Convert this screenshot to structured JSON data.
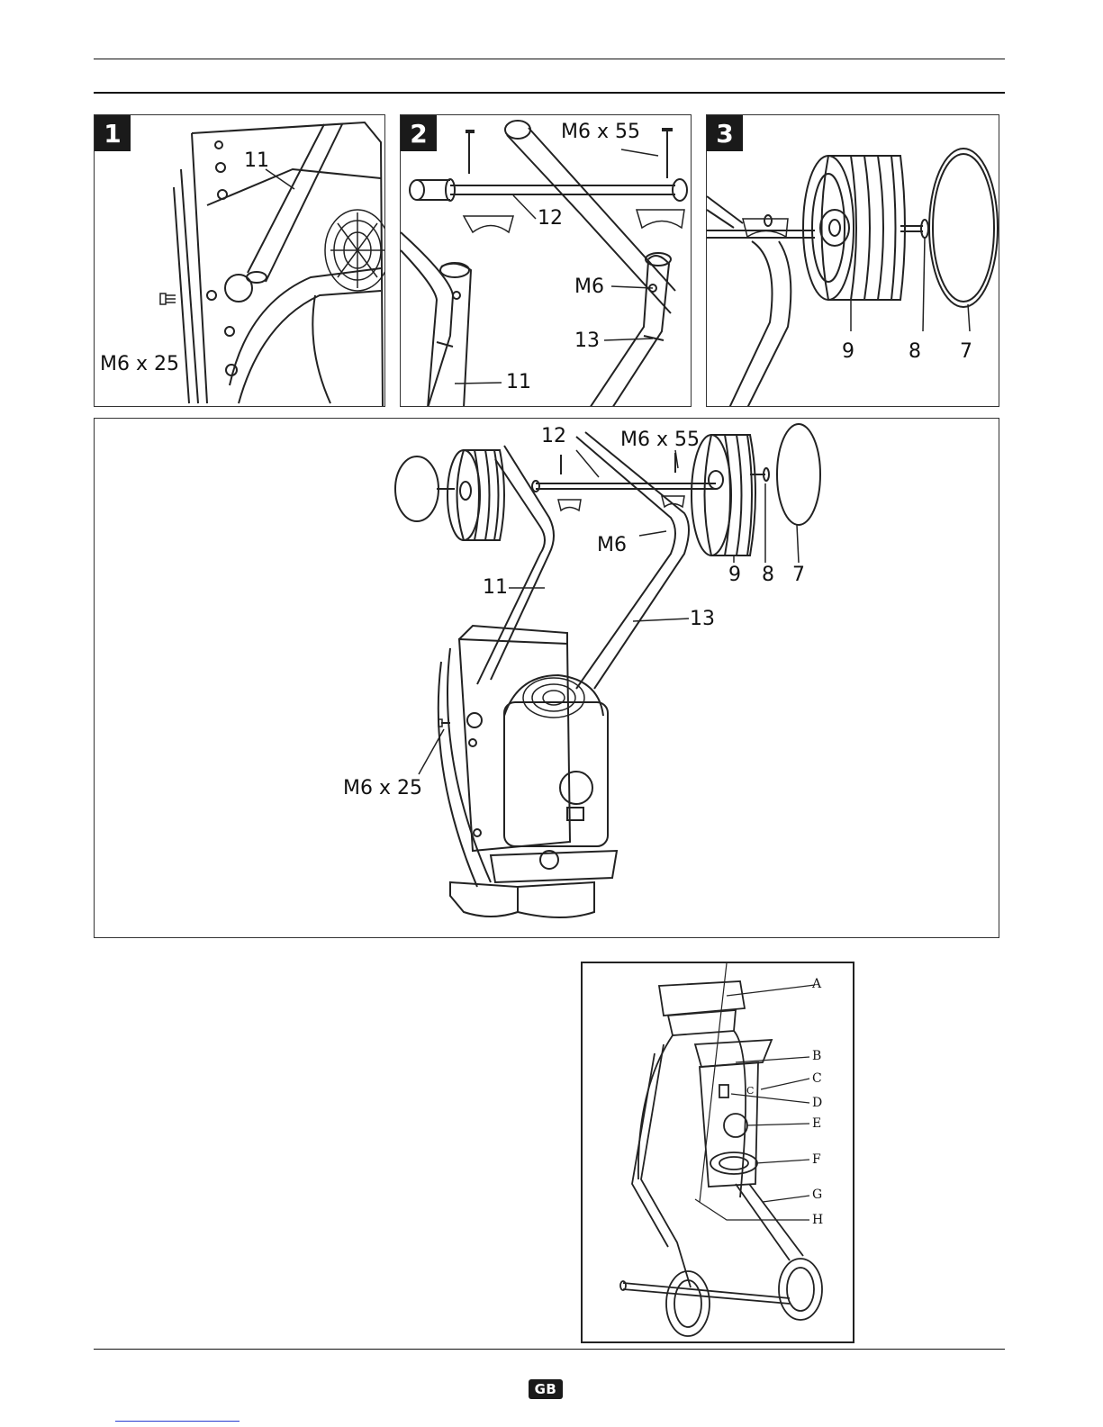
{
  "steps": [
    {
      "number": "1",
      "labels": {
        "handle": "11",
        "bolt": "M6 x 25"
      }
    },
    {
      "number": "2",
      "labels": {
        "bolt": "M6 x 55",
        "axle": "12",
        "nut": "M6",
        "right_handle": "13",
        "left_handle": "11"
      }
    },
    {
      "number": "3",
      "labels": {
        "wheel": "9",
        "washer": "8",
        "cap": "7"
      }
    }
  ],
  "overview": {
    "labels": {
      "axle": "12",
      "bolt_long": "M6 x 55",
      "nut": "M6",
      "wheel": "9",
      "washer": "8",
      "cap": "7",
      "left_handle": "11",
      "right_handle": "13",
      "bolt_short": "M6 x 25"
    }
  },
  "parts_diagram": {
    "labels": [
      "A",
      "B",
      "C",
      "C",
      "D",
      "E",
      "F",
      "G",
      "H"
    ]
  },
  "footer": {
    "language_badge": "GB"
  }
}
